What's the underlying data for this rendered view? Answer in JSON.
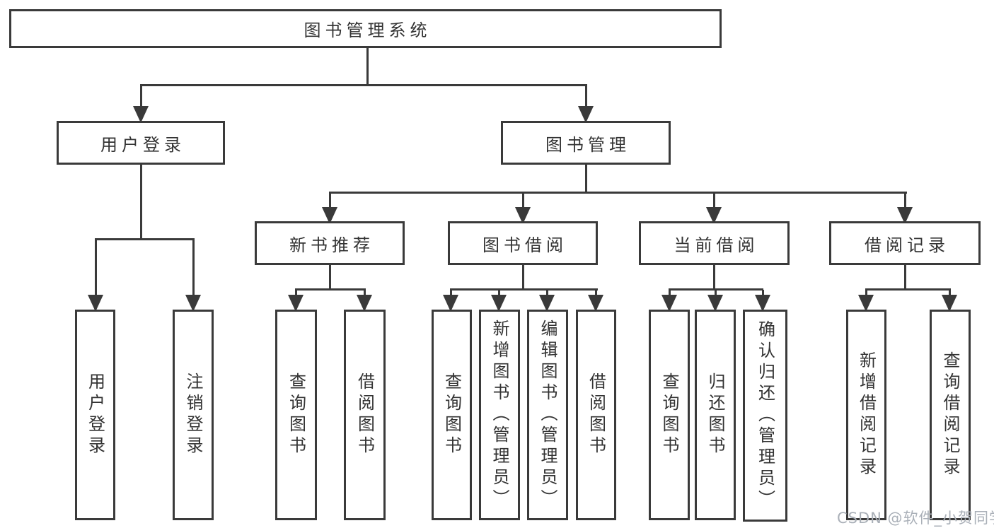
{
  "colors": {
    "line": "#3a3a3a",
    "text": "#333333",
    "watermark": "#aab0b8",
    "background": "#ffffff"
  },
  "watermark": {
    "text": "CSDN @软件_小贺同学"
  },
  "diagram": {
    "type": "hierarchy-flowchart",
    "root": {
      "label": "图书管理系统"
    },
    "children": [
      {
        "label": "用户登录",
        "children": [
          {
            "label": "用户登录"
          },
          {
            "label": "注销登录"
          }
        ]
      },
      {
        "label": "图书管理",
        "children": [
          {
            "label": "新书推荐",
            "children": [
              {
                "label": "查询图书"
              },
              {
                "label": "借阅图书"
              }
            ]
          },
          {
            "label": "图书借阅",
            "children": [
              {
                "label": "查询图书"
              },
              {
                "label": "新增图书（管理员）"
              },
              {
                "label": "编辑图书（管理员）"
              },
              {
                "label": "借阅图书"
              }
            ]
          },
          {
            "label": "当前借阅",
            "children": [
              {
                "label": "查询图书"
              },
              {
                "label": "归还图书"
              },
              {
                "label": "确认归还（管理员）"
              }
            ]
          },
          {
            "label": "借阅记录",
            "children": [
              {
                "label": "新增借阅记录"
              },
              {
                "label": "查询借阅记录"
              }
            ]
          }
        ]
      }
    ]
  }
}
